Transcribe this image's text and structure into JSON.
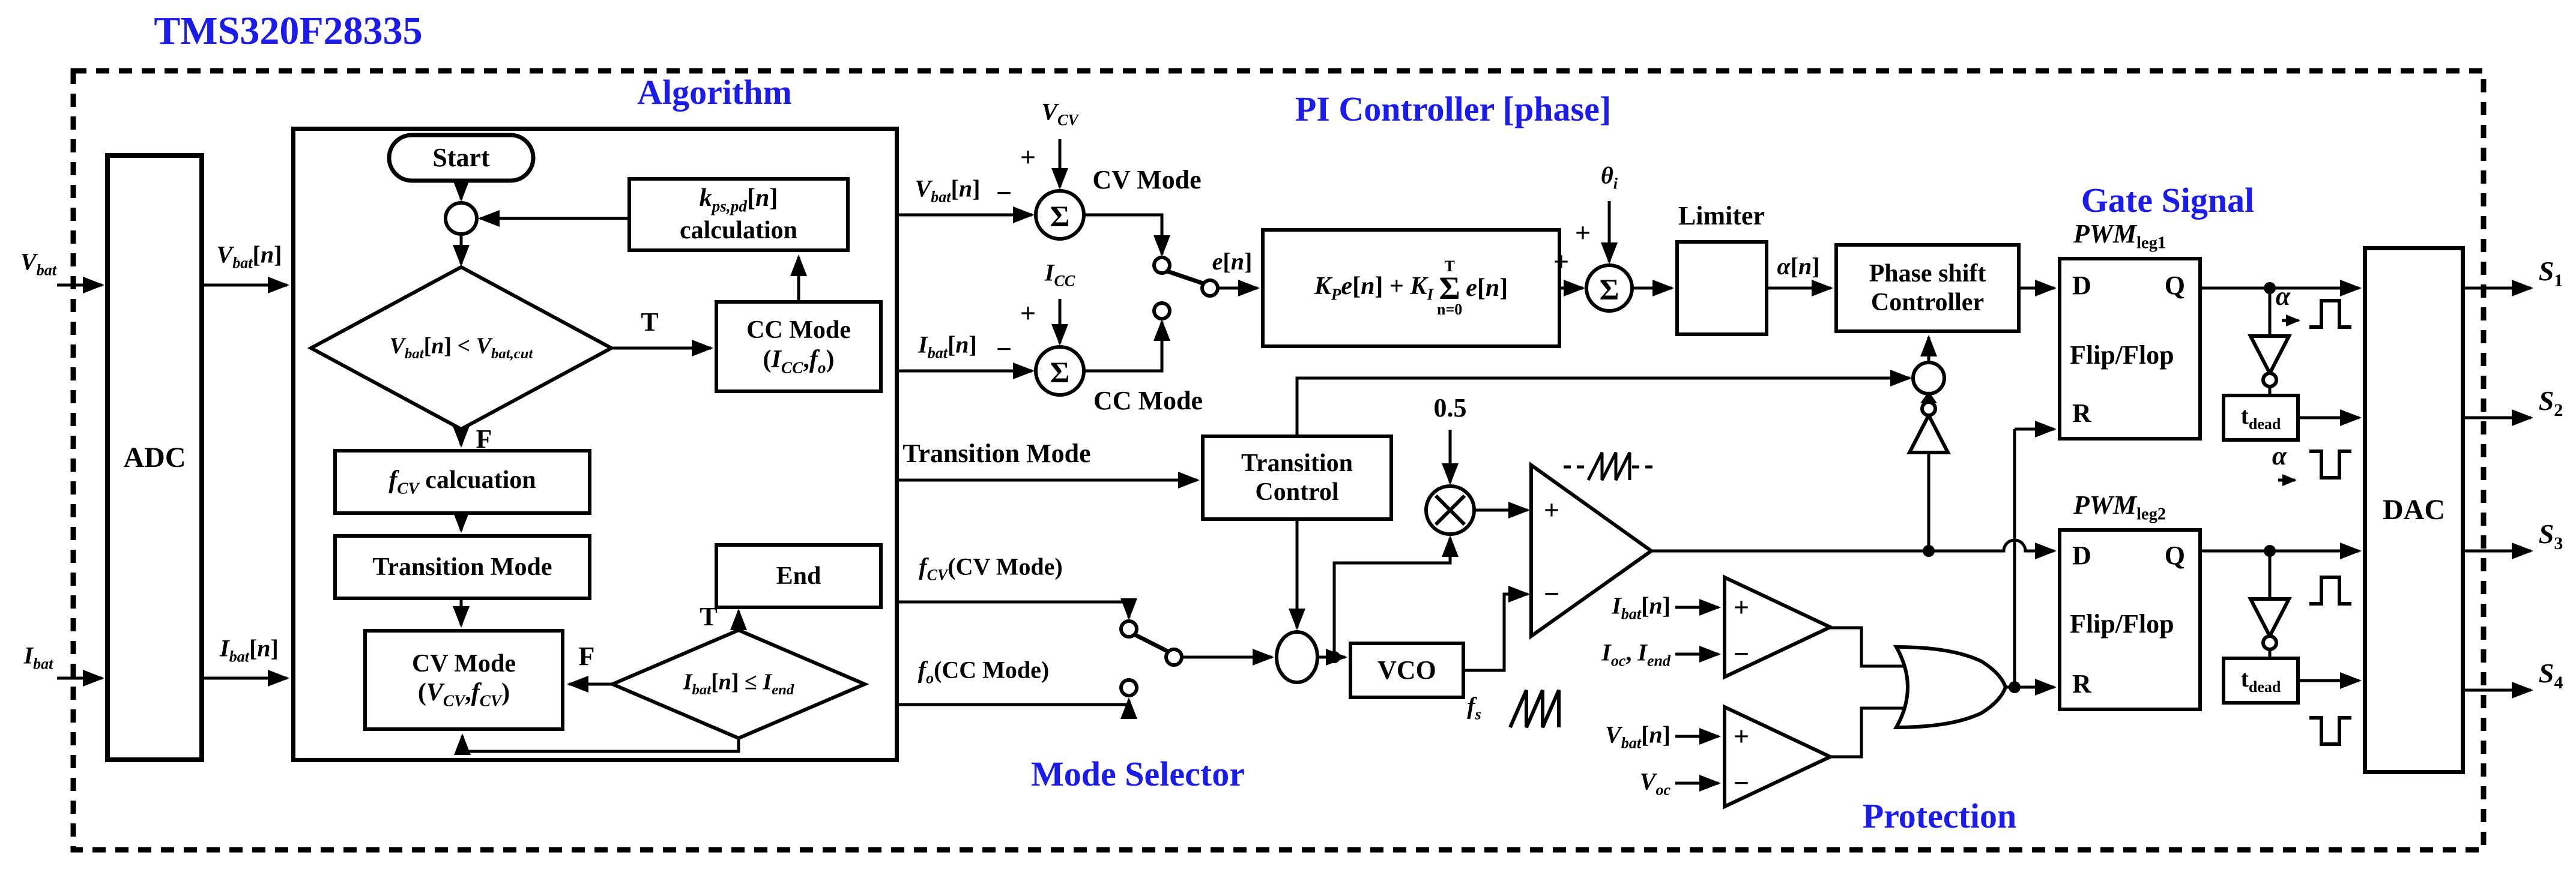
{
  "window": {
    "title": "TMS320F28335"
  },
  "colors": {
    "accent": "#1b1bec",
    "line": "#000000",
    "background": "#ffffff"
  },
  "sections": {
    "algorithm": "Algorithm",
    "pi_controller": "PI Controller [phase]",
    "gate_signal": "Gate Signal",
    "mode_selector": "Mode Selector",
    "protection": "Protection"
  },
  "blocks": {
    "adc": "ADC",
    "dac": "DAC",
    "transition_control_1": "Transition",
    "transition_control_2": "Control",
    "vco": "VCO",
    "limiter": "Limiter",
    "phase_shift_1": "Phase shift",
    "phase_shift_2": "Controller",
    "flip_flop": "Flip/Flop",
    "d": "D",
    "q": "Q",
    "r": "R",
    "t_dead": "t<sub>dead</sub>",
    "pwm_leg1": "<i>PWM</i><sub>leg1</sub>",
    "pwm_leg2": "<i>PWM</i><sub>leg2</sub>"
  },
  "flowchart": {
    "start": "Start",
    "k_calc_1": "<i>k<sub>ps,pd</sub></i>[<i>n</i>]",
    "k_calc_2": "calculation",
    "decision1": "<i>V<sub>bat</sub></i>[<i>n</i>] &lt; <i>V<sub>bat,cut</sub></i>",
    "cc_mode_1": "CC Mode",
    "cc_mode_2": "(<i>I<sub>CC</sub></i>,<i>f<sub>o</sub></i>)",
    "fcv_calc": "<i>f<sub>CV</sub></i> calcuation",
    "transition_mode_box": "Transition Mode",
    "cv_mode_1": "CV Mode",
    "cv_mode_2": "(<i>V<sub>CV</sub></i>,<i>f<sub>CV</sub></i>)",
    "end": "End",
    "decision2": "<i>I<sub>bat</sub></i>[<i>n</i>] ≤ <i>I<sub>end</sub></i>",
    "true_label": "T",
    "false_label": "F"
  },
  "pi_formula": {
    "pre": "<i>K<sub>P</sub></i><i>e</i>[<i>n</i>] + <i>K<sub>I</sub></i>",
    "sum_top": "T",
    "sum_mid": "Σ",
    "sum_bottom": "n=0",
    "post": "<i>e</i>[<i>n</i>]"
  },
  "signals": {
    "sigma": "Σ",
    "plus": "+",
    "minus": "−",
    "v_bat": "<i>V<sub>bat</sub></i>",
    "i_bat": "<i>I<sub>bat</sub></i>",
    "v_bat_n": "<i>V<sub>bat</sub></i>[<i>n</i>]",
    "i_bat_n": "<i>I<sub>bat</sub></i>[<i>n</i>]",
    "v_cv": "<i>V<sub>CV</sub></i>",
    "i_cc": "<i>I<sub>CC</sub></i>",
    "cv_mode": "CV Mode",
    "cc_mode": "CC Mode",
    "e_n": "<i>e</i>[<i>n</i>]",
    "theta_i": "<i>θ<sub>i</sub></i>",
    "half": "0.5",
    "alpha_n": "<i>α</i>[<i>n</i>]",
    "alpha": "<i>α</i>",
    "transition_mode": "Transition Mode",
    "f_cv_cv_mode": "<i>f<sub>CV</sub></i>(CV Mode)",
    "f_o_cc_mode": "<i>f<sub>o</sub></i>(CC Mode)",
    "f_s": "<i>f<sub>s</sub></i>",
    "i_oc_i_end": "<i>I<sub>oc</sub></i>, <i>I<sub>end</sub></i>",
    "v_oc": "<i>V<sub>oc</sub></i>",
    "s1": "<i>S</i><sub>1</sub>",
    "s2": "<i>S</i><sub>2</sub>",
    "s3": "<i>S</i><sub>3</sub>",
    "s4": "<i>S</i><sub>4</sub>"
  }
}
